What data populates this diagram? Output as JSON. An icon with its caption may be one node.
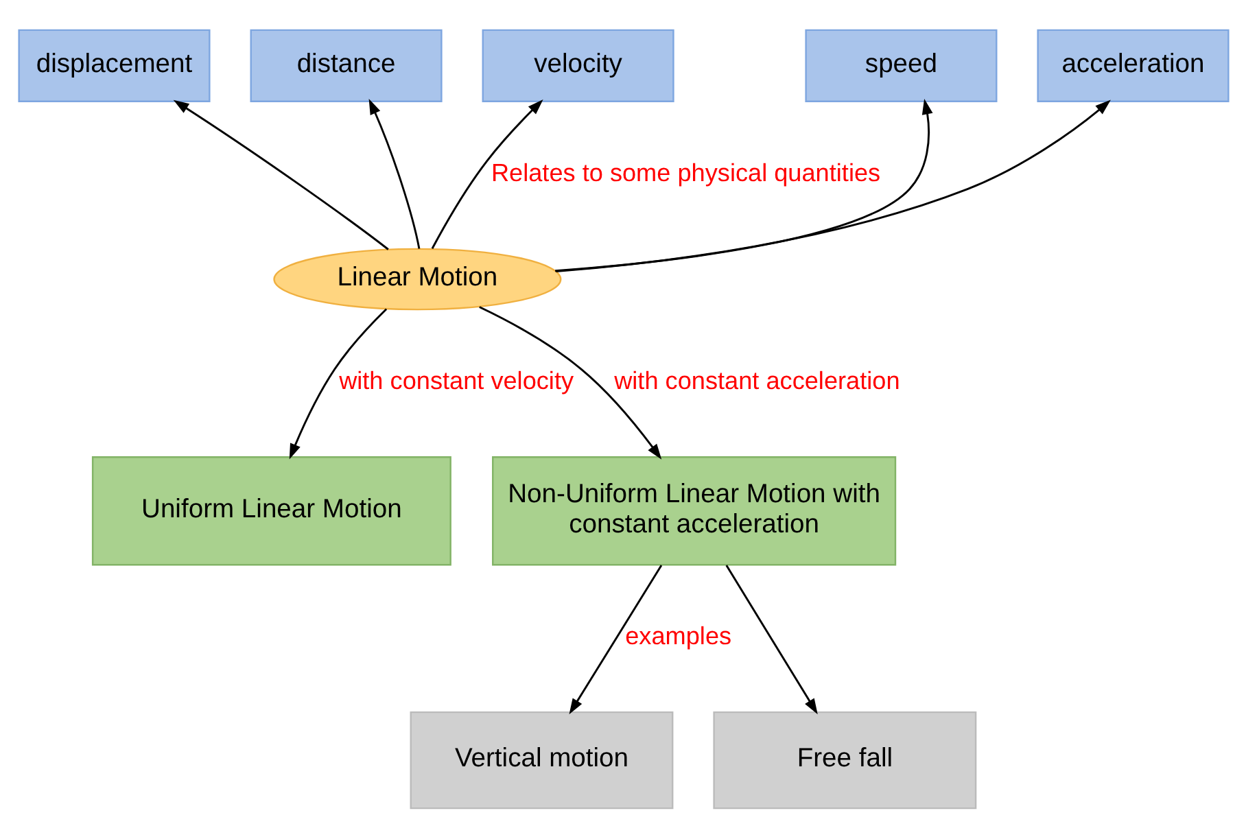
{
  "diagram": {
    "nodes": [
      {
        "text": [
          "Linear Motion"
        ]
      },
      {
        "text": [
          "displacement"
        ]
      },
      {
        "text": [
          "distance"
        ]
      },
      {
        "text": [
          "velocity"
        ]
      },
      {
        "text": [
          "speed"
        ]
      },
      {
        "text": [
          "acceleration"
        ]
      },
      {
        "text": [
          "Uniform Linear Motion"
        ]
      },
      {
        "text": [
          "Non-Uniform Linear Motion with constant acceleration"
        ]
      },
      {
        "text": [
          "Vertical motion"
        ]
      },
      {
        "text": [
          "Free fall"
        ]
      }
    ],
    "edges": [
      {
        "from": 0,
        "to": 1,
        "arrow": "to"
      },
      {
        "from": 0,
        "to": 2,
        "arrow": "to"
      },
      {
        "from": 0,
        "to": 3,
        "arrow": "to",
        "label": "Relates to some physical quantities"
      },
      {
        "from": 0,
        "to": 4,
        "arrow": "to"
      },
      {
        "from": 0,
        "to": 5,
        "arrow": "to"
      },
      {
        "from": 0,
        "to": 6,
        "arrow": "to",
        "label": "with constant velocity"
      },
      {
        "from": 0,
        "to": 7,
        "arrow": "to",
        "label": "with constant acceleration"
      },
      {
        "from": 7,
        "to": 8,
        "arrow": "to",
        "label": "examples"
      },
      {
        "from": 7,
        "to": 9,
        "arrow": "to"
      }
    ]
  }
}
